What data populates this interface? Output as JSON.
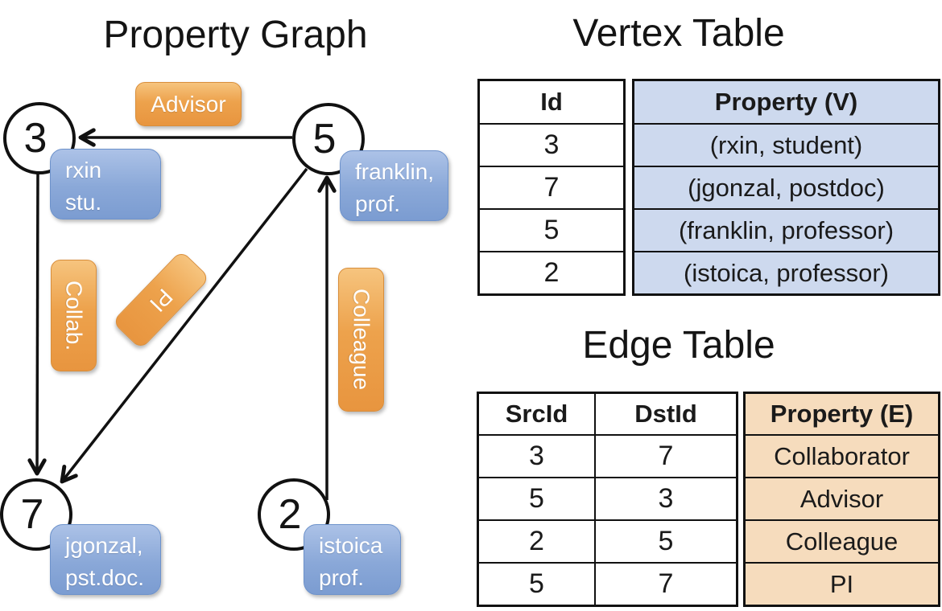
{
  "graph": {
    "title": "Property Graph",
    "nodes": [
      {
        "id": "3",
        "lines": [
          "rxin",
          "stu."
        ]
      },
      {
        "id": "5",
        "lines": [
          "franklin,",
          "prof."
        ]
      },
      {
        "id": "7",
        "lines": [
          "jgonzal,",
          "pst.doc."
        ]
      },
      {
        "id": "2",
        "lines": [
          "istoica",
          "prof."
        ]
      }
    ],
    "edge_labels": {
      "advisor": "Advisor",
      "collab": "Collab.",
      "colleague": "Colleague",
      "pi": "PI"
    }
  },
  "vertex_table": {
    "title": "Vertex Table",
    "columns": [
      "Id",
      "Property (V)"
    ],
    "rows": [
      [
        "3",
        "(rxin, student)"
      ],
      [
        "7",
        "(jgonzal, postdoc)"
      ],
      [
        "5",
        "(franklin, professor)"
      ],
      [
        "2",
        "(istoica, professor)"
      ]
    ]
  },
  "edge_table": {
    "title": "Edge Table",
    "columns": [
      "SrcId",
      "DstId",
      "Property (E)"
    ],
    "rows": [
      [
        "3",
        "7",
        "Collaborator"
      ],
      [
        "5",
        "3",
        "Advisor"
      ],
      [
        "2",
        "5",
        "Colleague"
      ],
      [
        "5",
        "7",
        "PI"
      ]
    ]
  },
  "colors": {
    "edge_label_orange": "#eda24c",
    "node_label_blue": "#8aa8d8",
    "vertex_property_fill": "#cdd9ee",
    "edge_property_fill": "#f6dcbd",
    "line_black": "#111111"
  }
}
